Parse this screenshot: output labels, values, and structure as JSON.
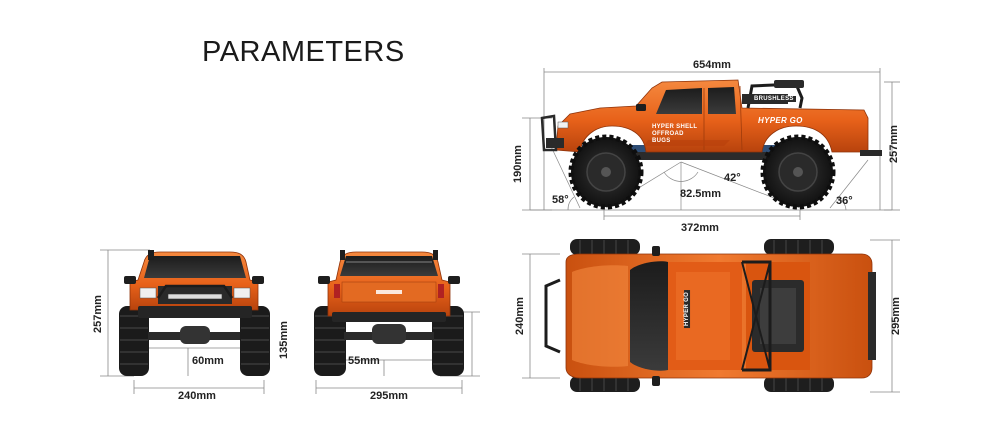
{
  "page": {
    "title": "PARAMETERS"
  },
  "decals": {
    "brushless": "BRUSHLESS",
    "brand": "HYPER GO",
    "side_text_1": "HYPER SHELL",
    "side_text_2": "OFFROAD",
    "side_text_3": "BUGS",
    "hood_text": "HYPER GO"
  },
  "dimensions": {
    "side_length": "654mm",
    "side_height": "257mm",
    "side_ground_height": "190mm",
    "approach_angle": "58°",
    "breakover_angle": "42°",
    "departure_angle": "36°",
    "ground_clearance_side": "82.5mm",
    "wheelbase": "372mm",
    "front_height": "257mm",
    "front_clearance": "60mm",
    "front_width": "240mm",
    "rear_height": "135mm",
    "rear_clearance": "55mm",
    "rear_width": "295mm",
    "top_width": "240mm",
    "top_length": "295mm"
  },
  "colors": {
    "body_orange": "#e8621a",
    "body_dark_orange": "#c24a10",
    "tire": "#1b1b1b",
    "rim": "#2c2c2c",
    "frame": "#333333",
    "chassis_blue": "#3a5d8a",
    "dimension_line": "#888888"
  }
}
